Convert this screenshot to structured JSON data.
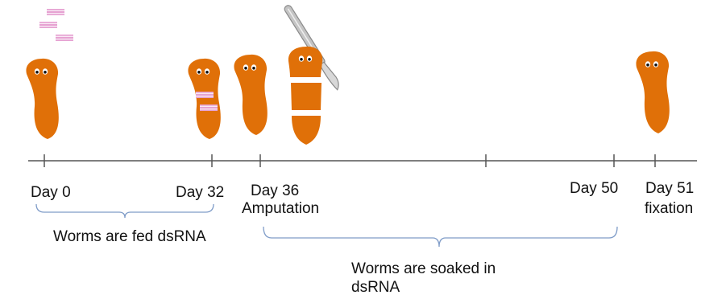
{
  "timeline": {
    "days": [
      {
        "label": "Day 0"
      },
      {
        "label": "Day 32"
      },
      {
        "label": "Day 36",
        "sublabel": "Amputation"
      },
      {
        "label": "Day 50"
      },
      {
        "label": "Day 51",
        "sublabel": "fixation"
      }
    ]
  },
  "phases": [
    {
      "label": "Worms are fed dsRNA"
    },
    {
      "label_line1": "Worms are soaked in",
      "label_line2": "dsRNA"
    }
  ],
  "colors": {
    "worm": "#e07008",
    "dsrna": "#e6a2d2",
    "axis": "#555555",
    "brace": "#7f9cc8",
    "scalpel": "#b8b8b8"
  },
  "icons": [
    "planarian-worm",
    "dsrna-strand",
    "scalpel",
    "amputated-worm-fragments"
  ]
}
